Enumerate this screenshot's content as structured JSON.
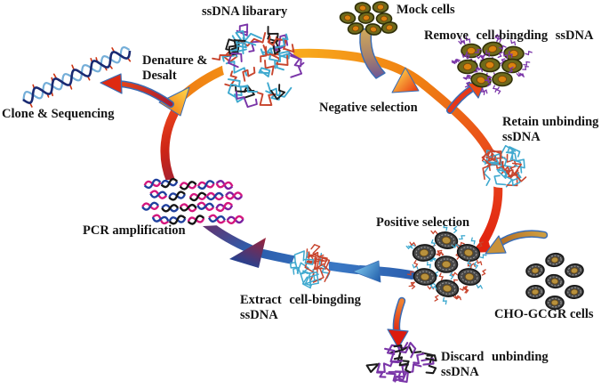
{
  "diagram": {
    "labels": {
      "library": "ssDNA libarary",
      "mock_cells": "Mock cells",
      "remove_ssdna": "Remove cell-bingding ssDNA",
      "negative_selection": "Negative selection",
      "retain_line1": "Retain unbinding",
      "retain_line2": "ssDNA",
      "positive_selection": "Positive selection",
      "cho_cells": "CHO-GCGR cells",
      "discard_line1": "Discard unbinding",
      "discard_line2": "ssDNA",
      "extract_line1": "Extract cell-bingding",
      "extract_line2": "ssDNA",
      "pcr": "PCR amplification",
      "clone": "Clone & Sequencing",
      "denature_line1": "Denature &",
      "denature_line2": "Desalt"
    },
    "colors": {
      "background": "#ffffff",
      "text": "#141414",
      "cycle_orange": "#f49a18",
      "cycle_orange_deep": "#ef7d12",
      "cycle_red": "#e1250f",
      "cycle_red_orange": "#e8421c",
      "cycle_blue": "#2c5fae",
      "cycle_blue_light": "#3a78c4",
      "cycle_maroon": "#9c2138",
      "cycle_purple": "#6e2a62",
      "triangle_yellow": "#ffd84a",
      "arrow_outline": "#3a6cb4",
      "strand_cyan": "#3fa9cf",
      "strand_red": "#c8452e",
      "strand_purple": "#7a35a8",
      "strand_black": "#1c1c1c",
      "helix_navy": "#1a2a72",
      "helix_light": "#74aed8",
      "helix_rung": "#cc3311",
      "pcr_magenta": "#d4177e",
      "pcr_blue": "#20409e",
      "pcr_black": "#151515",
      "pcr_purple": "#7a1fa0",
      "mock_body": "#6e6a1c",
      "mock_outline": "#2f2f08",
      "mock_nucleus": "#d9820f",
      "cho_body": "#464646",
      "cho_ring": "#9b9b9b",
      "cho_nucleus": "#b8913d",
      "tan": "#cf9f42",
      "tan_deep": "#b0661e"
    }
  }
}
